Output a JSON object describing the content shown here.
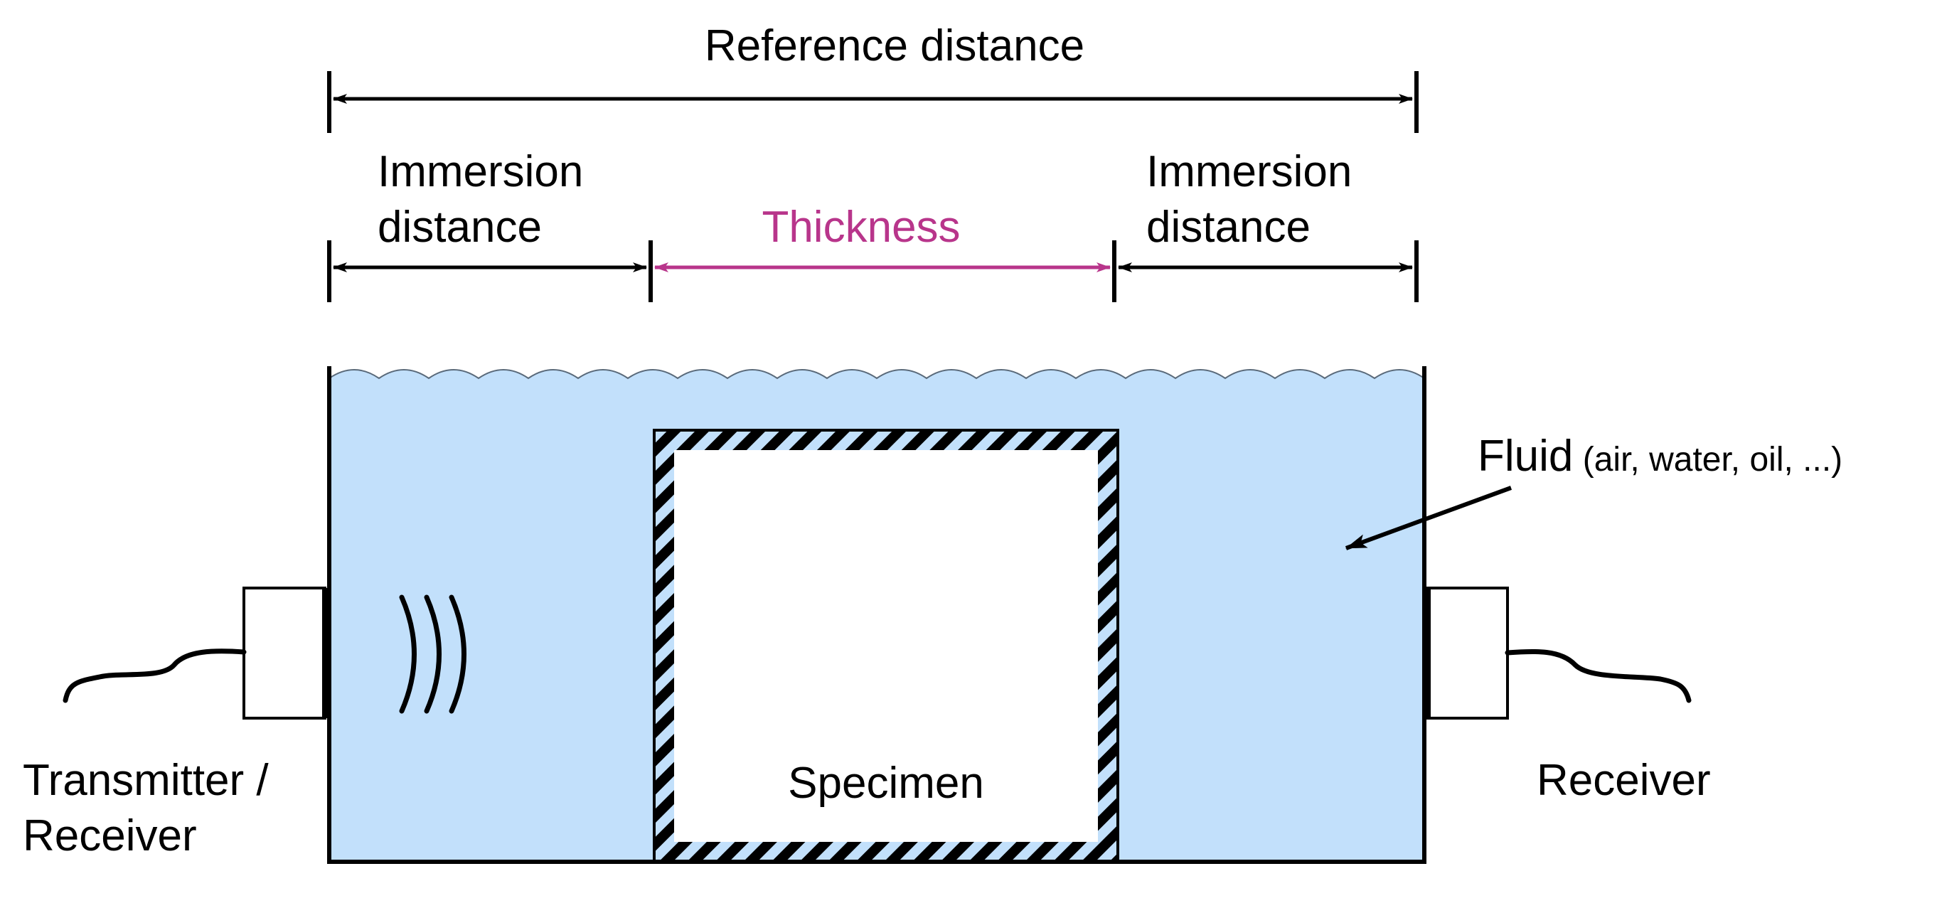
{
  "labels": {
    "reference_distance": "Reference distance",
    "immersion_left_line1": "Immersion",
    "immersion_left_line2": "distance",
    "thickness": "Thickness",
    "immersion_right_line1": "Immersion",
    "immersion_right_line2": "distance",
    "fluid_main": "Fluid",
    "fluid_detail": " (air, water, oil, ...)",
    "specimen": "Specimen",
    "transmitter_line1": "Transmitter /",
    "transmitter_line2": "Receiver",
    "receiver": "Receiver"
  },
  "colors": {
    "fluid": "#c2e0fb",
    "thickness": "#b8358b",
    "line": "#000000",
    "specimen": "#ffffff"
  }
}
